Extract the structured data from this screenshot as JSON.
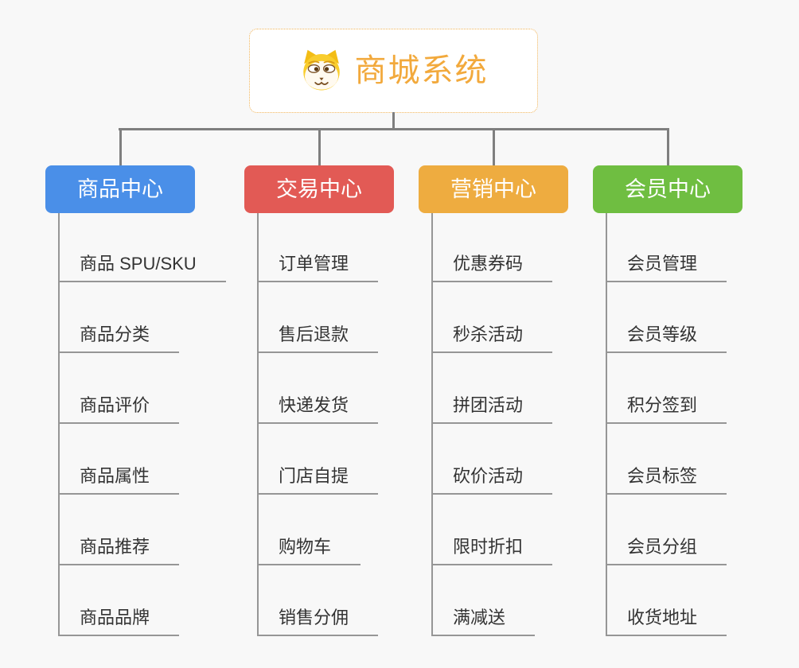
{
  "page": {
    "background": "#f8f8f8"
  },
  "root": {
    "label": "商城系统",
    "icon": "dog-face-icon",
    "text_color": "#f2a93c",
    "border_color": "#f0b357",
    "background": "#ffffff"
  },
  "connector_color": "#7f7f7f",
  "leaf_style": {
    "text_color": "#333333",
    "line_color": "#969696"
  },
  "branches": [
    {
      "label": "商品中心",
      "color": "#4a8fe8",
      "children": [
        "商品 SPU/SKU",
        "商品分类",
        "商品评价",
        "商品属性",
        "商品推荐",
        "商品品牌"
      ]
    },
    {
      "label": "交易中心",
      "color": "#e25a55",
      "children": [
        "订单管理",
        "售后退款",
        "快递发货",
        "门店自提",
        "购物车",
        "销售分佣"
      ]
    },
    {
      "label": "营销中心",
      "color": "#eeac40",
      "children": [
        "优惠券码",
        "秒杀活动",
        "拼团活动",
        "砍价活动",
        "限时折扣",
        "满减送"
      ]
    },
    {
      "label": "会员中心",
      "color": "#6fbe41",
      "children": [
        "会员管理",
        "会员等级",
        "积分签到",
        "会员标签",
        "会员分组",
        "收货地址"
      ]
    }
  ]
}
